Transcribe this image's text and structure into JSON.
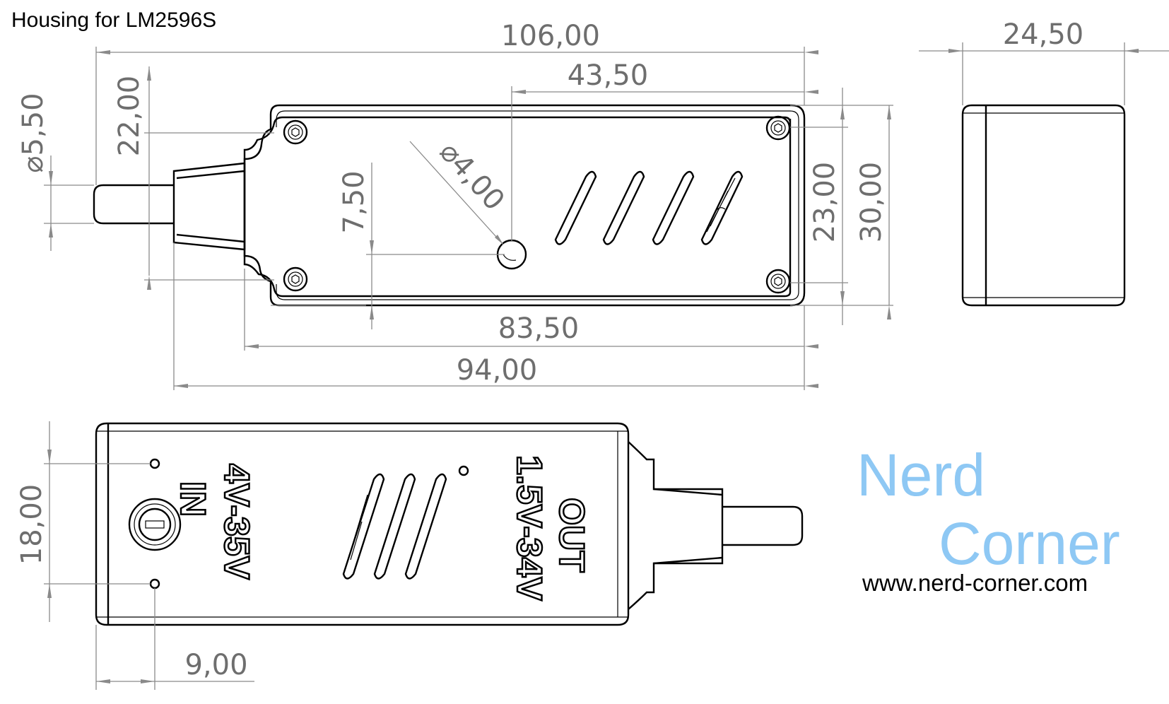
{
  "title": "Housing for LM2596S",
  "logo": {
    "line1": "Nerd",
    "line2": "Corner",
    "url": "www.nerd-corner.com",
    "color": "#8ec8f4"
  },
  "dimensions": {
    "total_length": "106,00",
    "hole_spacing_x": "43,50",
    "pin_diameter": "⌀5,50",
    "flange_height": "22,00",
    "led_diameter": "⌀4,00",
    "led_offset": "7,50",
    "inner_height": "23,00",
    "outer_height": "30,00",
    "side_depth": "24,50",
    "screw_distance": "83,50",
    "body_length": "94,00",
    "bottom_height": "18,00",
    "bottom_offset": "9,00"
  },
  "labels": {
    "input": "IN",
    "input_range": "4V-35V",
    "output": "OUT",
    "output_range": "1.5V-34V"
  },
  "colors": {
    "dimension_text": "#6e6e6e",
    "dimension_line": "#8a8a8a",
    "outline": "#000000"
  }
}
